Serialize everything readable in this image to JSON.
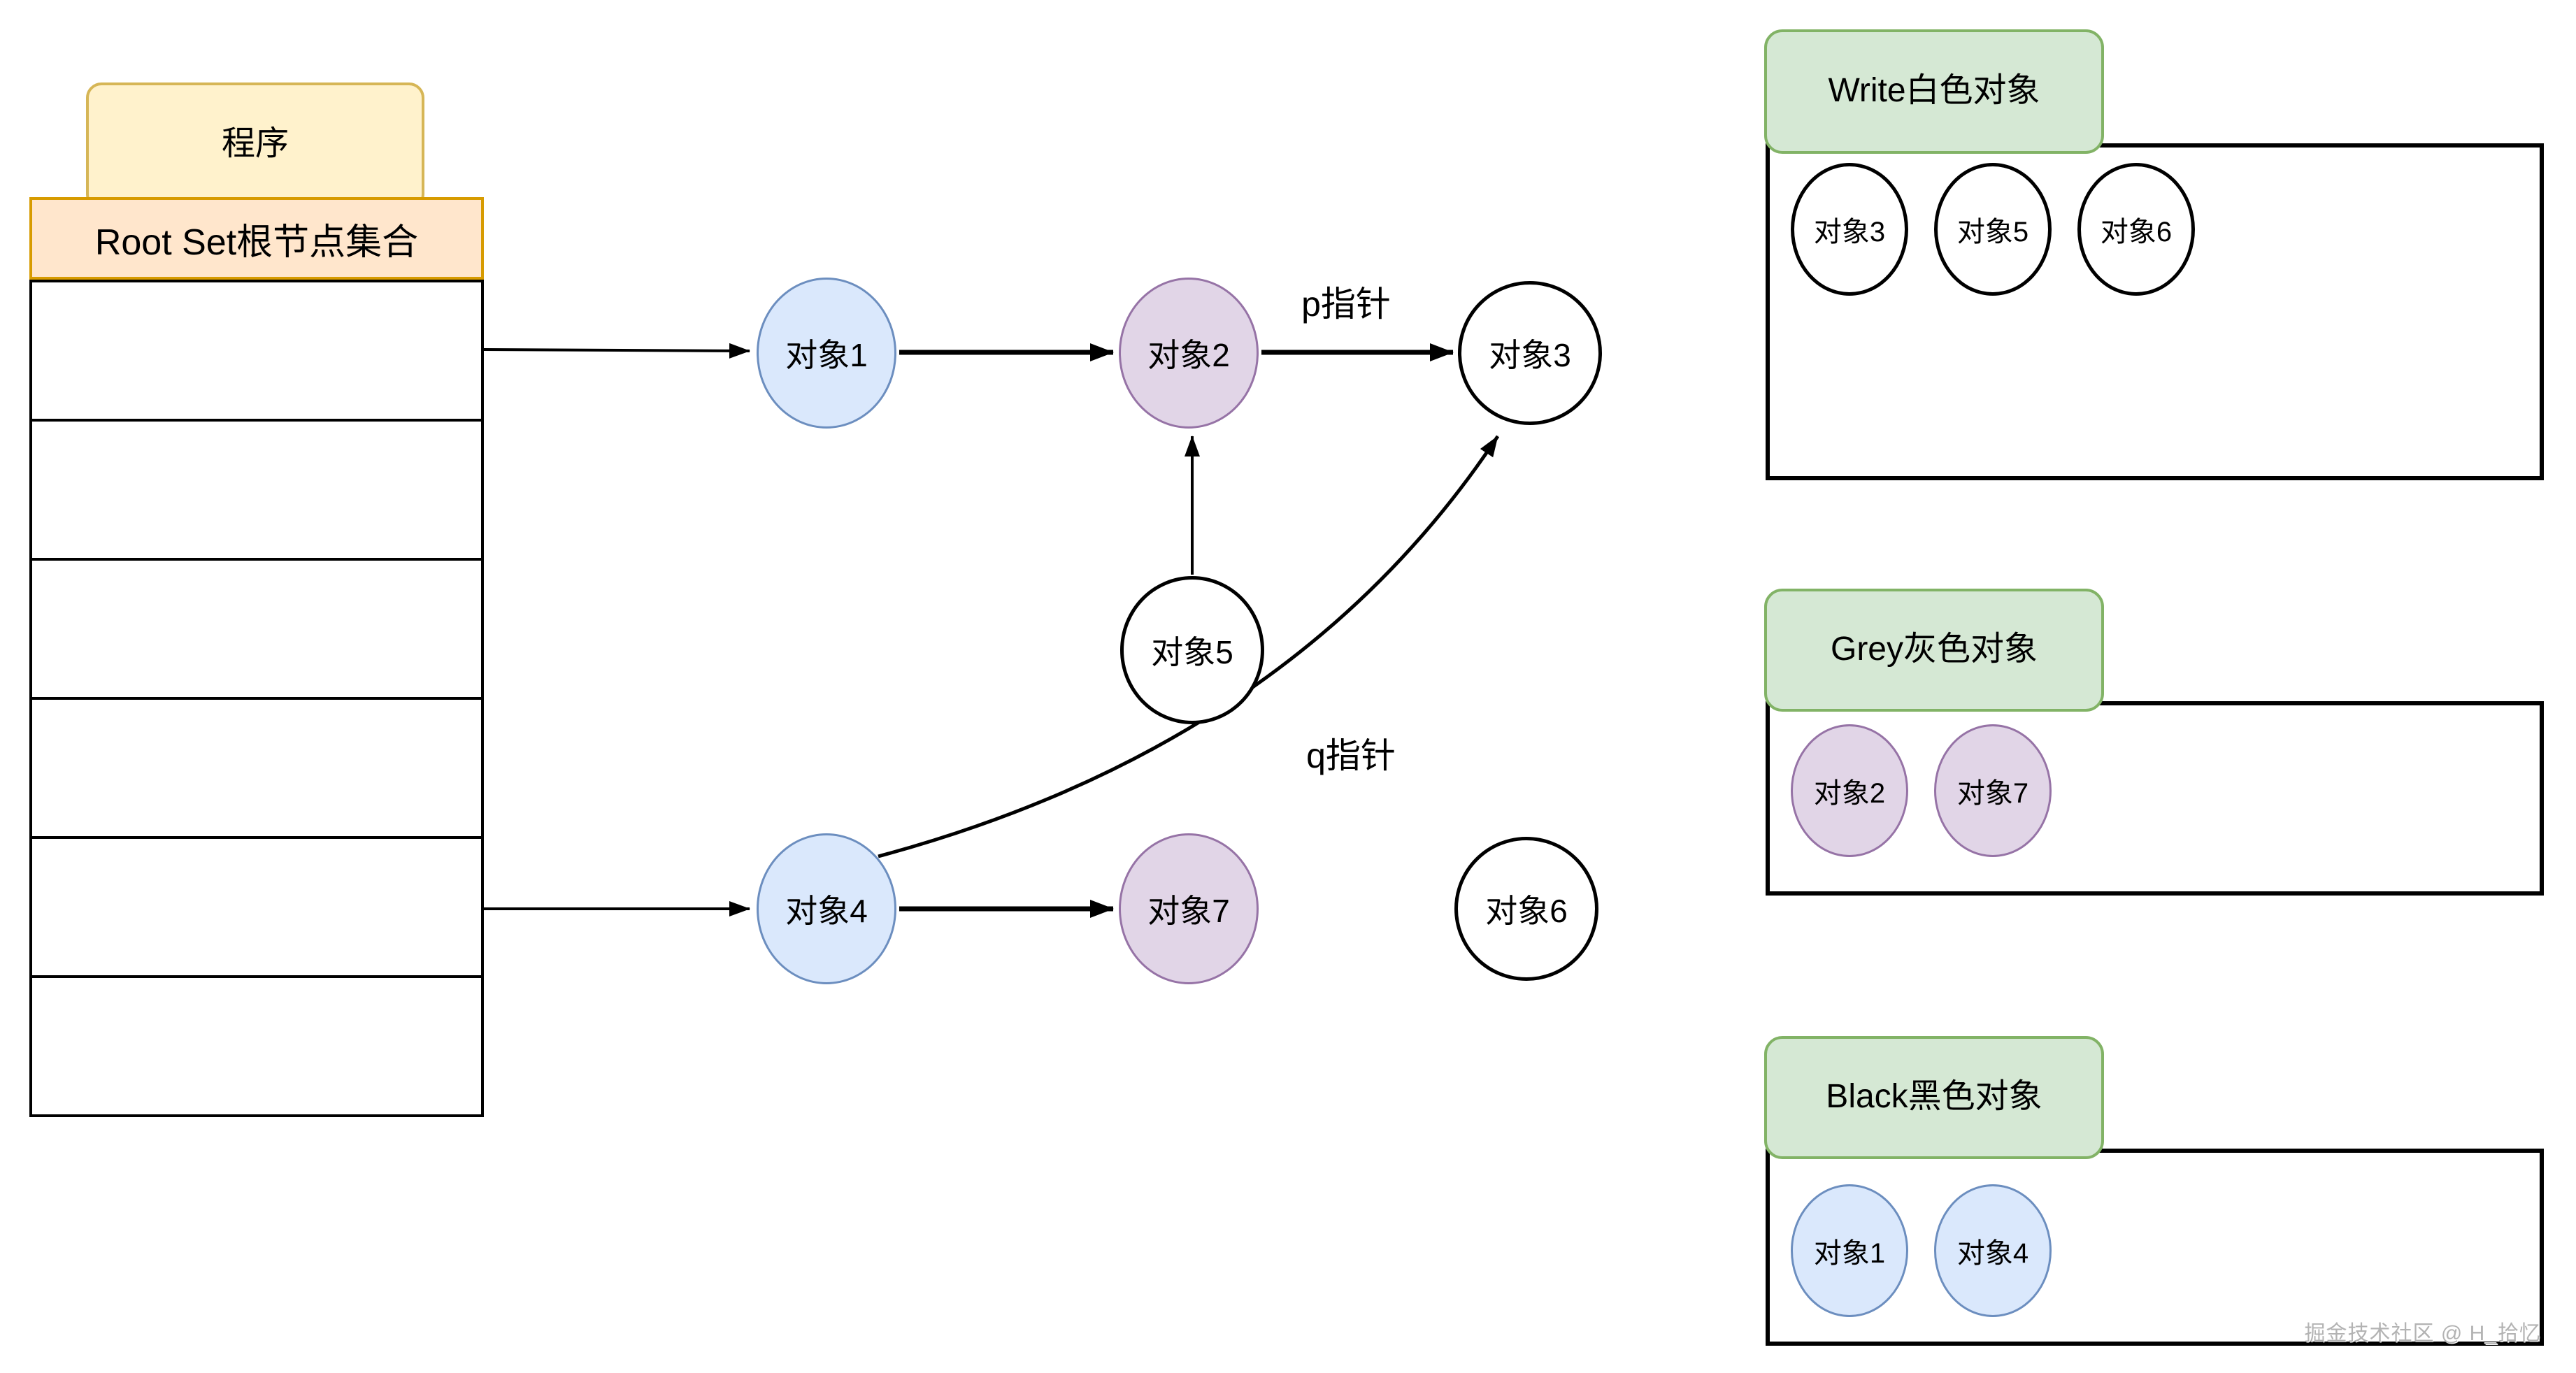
{
  "diagram": {
    "program_label": "程序",
    "root_set_label": "Root Set根节点集合",
    "root_set_slot_count": 6,
    "pointer_labels": {
      "p": "p指针",
      "q": "q指针"
    },
    "nodes": [
      {
        "id": "obj1",
        "label": "对象1",
        "color": "blue"
      },
      {
        "id": "obj2",
        "label": "对象2",
        "color": "purple"
      },
      {
        "id": "obj3",
        "label": "对象3",
        "color": "white"
      },
      {
        "id": "obj5",
        "label": "对象5",
        "color": "white"
      },
      {
        "id": "obj4",
        "label": "对象4",
        "color": "blue"
      },
      {
        "id": "obj7",
        "label": "对象7",
        "color": "purple"
      },
      {
        "id": "obj6",
        "label": "对象6",
        "color": "white"
      }
    ],
    "edges": [
      {
        "from": "RootSet",
        "to": "对象1",
        "label": ""
      },
      {
        "from": "RootSet",
        "to": "对象4",
        "label": ""
      },
      {
        "from": "对象1",
        "to": "对象2",
        "label": ""
      },
      {
        "from": "对象2",
        "to": "对象3",
        "label": "p指针"
      },
      {
        "from": "对象4",
        "to": "对象7",
        "label": ""
      },
      {
        "from": "对象5",
        "to": "对象2",
        "label": ""
      },
      {
        "from": "对象4",
        "to": "对象3",
        "label": "q指针"
      }
    ]
  },
  "panels": [
    {
      "title": "Write白色对象",
      "member_color": "white",
      "members": [
        "对象3",
        "对象5",
        "对象6"
      ]
    },
    {
      "title": "Grey灰色对象",
      "member_color": "purple",
      "members": [
        "对象2",
        "对象7"
      ]
    },
    {
      "title": "Black黑色对象",
      "member_color": "blue",
      "members": [
        "对象1",
        "对象4"
      ]
    }
  ],
  "watermark": "掘金技术社区 @ H_拾忆",
  "colors": {
    "node_blue_fill": "#dae8fc",
    "node_blue_stroke": "#6c8ebf",
    "node_purple_fill": "#e1d5e7",
    "node_purple_stroke": "#9673a6",
    "node_white_fill": "#ffffff",
    "node_white_stroke": "#000000",
    "program_fill": "#fff2cc",
    "program_stroke": "#d6b656",
    "rootset_fill": "#ffe6cc",
    "rootset_stroke": "#d79b00",
    "panel_tab_fill": "#d5e8d4",
    "panel_tab_stroke": "#82b366",
    "edge_color": "#000000",
    "watermark_color": "#b3b3b3"
  }
}
